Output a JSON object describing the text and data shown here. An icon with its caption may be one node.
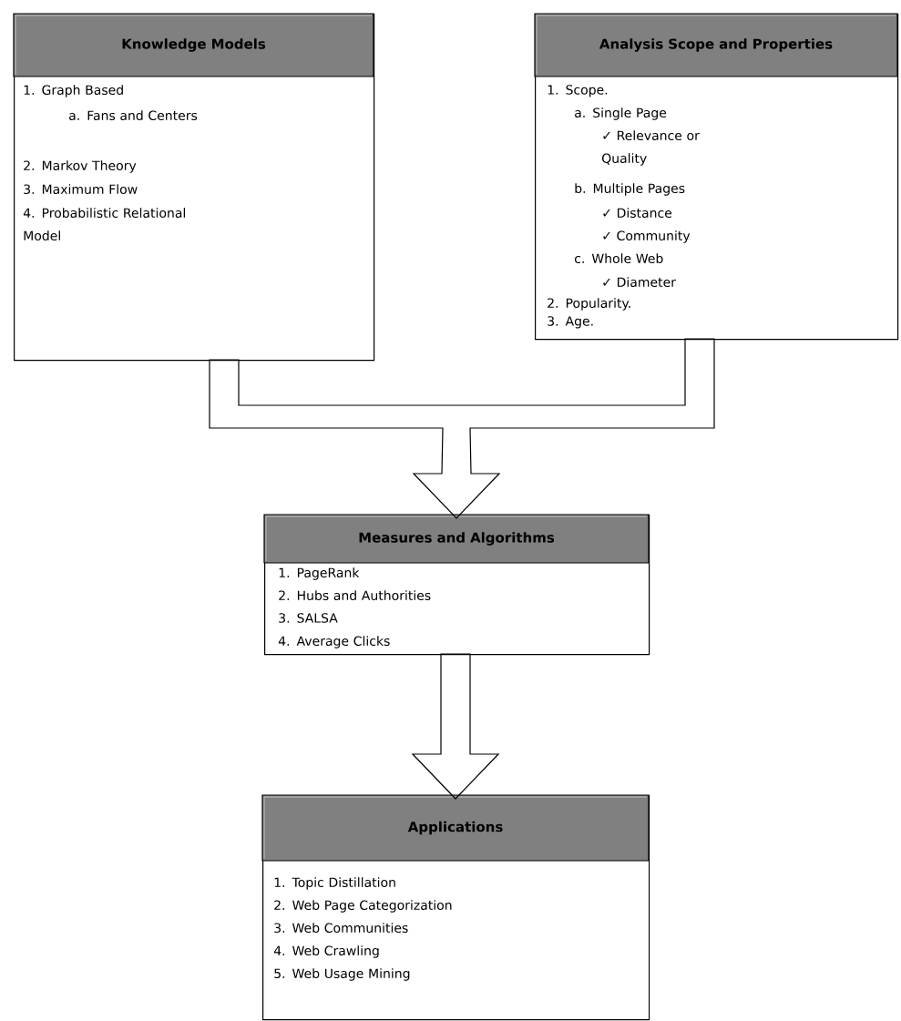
{
  "diagram": {
    "nodes": [
      {
        "text": [
          "Knowledge Models",
          "1. Graph Based",
          "a. Fans and Centers",
          "2. Markov Theory",
          "3. Maximum Flow",
          "4. Probabilistic Relational Model"
        ]
      },
      {
        "text": [
          "Analysis Scope and Properties",
          "1. Scope.",
          "a. Single Page",
          "✓ Relevance or Quality",
          "b. Multiple Pages",
          "✓ Distance",
          "✓ Community",
          "c. Whole Web",
          "✓ Diameter",
          "2. Popularity.",
          "3. Age."
        ]
      },
      {
        "text": [
          "Measures and Algorithms",
          "1. PageRank",
          "2. Hubs and Authorities",
          "3. SALSA",
          "4. Average Clicks"
        ]
      },
      {
        "text": [
          "Applications",
          "1. Topic Distillation",
          "2. Web Page Categorization",
          "3. Web Communities",
          "4. Web Crawling",
          "5. Web Usage Mining"
        ]
      }
    ],
    "edges": [
      {
        "from": 0,
        "to": 2,
        "arrow": "to"
      },
      {
        "from": 1,
        "to": 2,
        "arrow": "to"
      },
      {
        "from": 2,
        "to": 3,
        "arrow": "to"
      }
    ]
  }
}
